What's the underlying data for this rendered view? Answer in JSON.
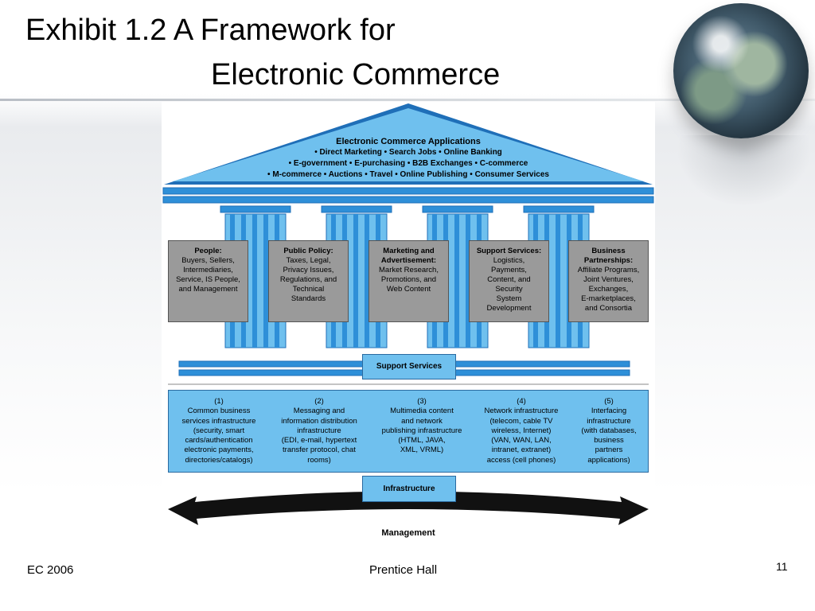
{
  "slide": {
    "title_line1": "Exhibit 1.2 A Framework for",
    "title_line2": "Electronic Commerce",
    "footer_left": "EC 2006",
    "footer_center": "Prentice Hall",
    "page_number": "11"
  },
  "diagram": {
    "roof": {
      "title": "Electronic Commerce Applications",
      "lines": [
        "• Direct Marketing • Search Jobs • Online Banking",
        "• E-government • E-purchasing • B2B Exchanges • C-commerce",
        "• M-commerce • Auctions • Travel • Online Publishing • Consumer Services"
      ]
    },
    "pillars": [
      {
        "title": "People:",
        "body": "Buyers, Sellers,\nIntermediaries,\nService, IS People,\nand Management"
      },
      {
        "title": "Public Policy:",
        "body": "Taxes, Legal,\nPrivacy Issues,\nRegulations, and\nTechnical\nStandards"
      },
      {
        "title": "Marketing and\nAdvertisement:",
        "body": "Market Research,\nPromotions, and\nWeb Content"
      },
      {
        "title": "Support Services:",
        "body": "Logistics,\nPayments,\nContent, and\nSecurity\nSystem\nDevelopment"
      },
      {
        "title": "Business\nPartnerships:",
        "body": "Affiliate Programs,\nJoint Ventures,\nExchanges,\nE-marketplaces,\nand Consortia"
      }
    ],
    "support_label": "Support Services",
    "infrastructure_items": [
      "(1)\nCommon business\nservices infrastructure\n(security, smart\ncards/authentication\nelectronic payments,\ndirectories/catalogs)",
      "(2)\nMessaging and\ninformation distribution\ninfrastructure\n(EDI, e-mail, hypertext\ntransfer protocol, chat\nrooms)",
      "(3)\nMultimedia content\nand network\npublishing infrastructure\n(HTML, JAVA,\nXML, VRML)",
      "(4)\nNetwork infrastructure\n(telecom, cable TV\nwireless, Internet)\n(VAN, WAN, LAN,\nintranet, extranet)\naccess (cell phones)",
      "(5)\nInterfacing\ninfrastructure\n(with databases,\nbusiness\npartners\napplications)"
    ],
    "infrastructure_label": "Infrastructure",
    "management_label": "Management"
  },
  "colors": {
    "roof_blue": "#2e8fd8",
    "light_blue": "#6fc0ee",
    "pillar_gray": "#9a9a9a"
  }
}
